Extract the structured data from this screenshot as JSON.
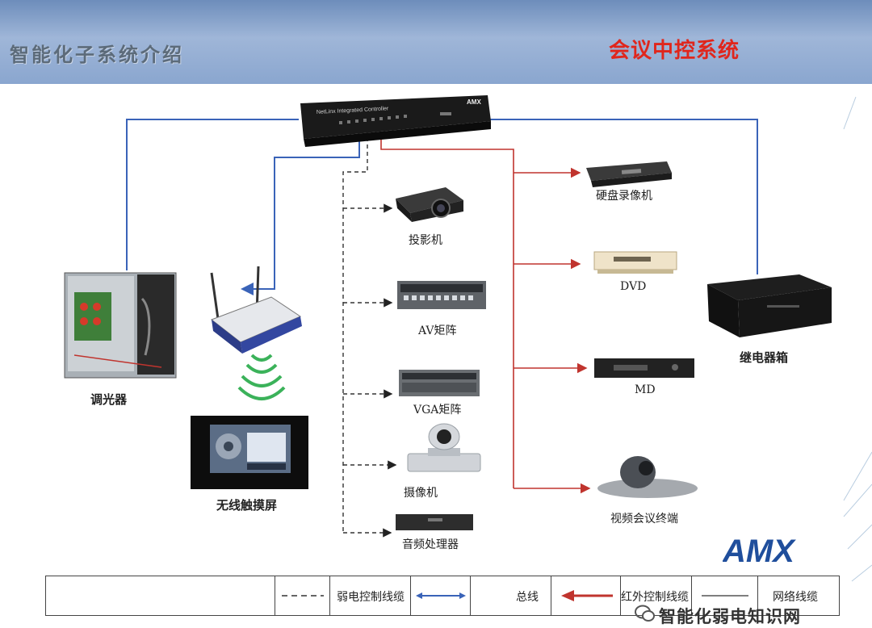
{
  "header": {
    "left_title": "智能化子系统介绍",
    "right_title": "会议中控系统"
  },
  "devices": {
    "controller": "NetLinx Integrated Controller",
    "controller_brand": "AMX",
    "dimmer": "调光器",
    "touch_screen": "无线触摸屏",
    "projector": "投影机",
    "av_matrix": "AV矩阵",
    "vga_matrix": "VGA矩阵",
    "camera": "摄像机",
    "audio_processor": "音频处理器",
    "dvr": "硬盘录像机",
    "dvd": "DVD",
    "md": "MD",
    "video_conference": "视频会议终端",
    "relay_box": "继电器箱"
  },
  "legend": {
    "weak_current_line": "弱电控制线缆",
    "bus": "总线",
    "ir_line": "红外控制线缆",
    "network_line": "网络线缆"
  },
  "logo": {
    "text": "AMX"
  },
  "watermark": {
    "text": "智能化弱电知识网"
  },
  "colors": {
    "blue_line": "#3a63b8",
    "red_line": "#c0342e",
    "dashed_line": "#333333",
    "header_right": "#e0261c",
    "logo": "#1f4e9c"
  }
}
